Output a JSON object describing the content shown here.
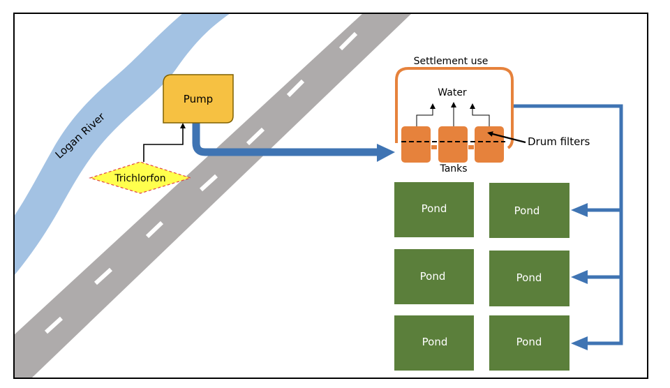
{
  "title": "Water supply diagram: Logan River to fish ponds",
  "colors": {
    "river": "#a3c2e3",
    "road": "#aeabab",
    "road_dash": "#ffffff",
    "pump_fill": "#f6c142",
    "pump_stroke": "#7f6000",
    "chemical_fill": "#ffff4d",
    "chemical_stroke": "#e04040",
    "pipe": "#3f74b3",
    "settlement_stroke": "#e6823c",
    "tank_fill": "#e6823c",
    "pond_fill": "#5b7f3b",
    "pond_text": "#ffffff",
    "frame": "#000000"
  },
  "labels": {
    "river": "Logan River",
    "pump": "Pump",
    "chemical": "Trichlorfon",
    "settlement": "Settlement use",
    "water": "Water",
    "drum_filters": "Drum filters",
    "tanks": "Tanks"
  },
  "ponds": [
    {
      "label": "Pond",
      "column": "left",
      "row": 1,
      "has_inflow": false
    },
    {
      "label": "Pond",
      "column": "right",
      "row": 1,
      "has_inflow": true
    },
    {
      "label": "Pond",
      "column": "left",
      "row": 2,
      "has_inflow": false
    },
    {
      "label": "Pond",
      "column": "right",
      "row": 2,
      "has_inflow": true
    },
    {
      "label": "Pond",
      "column": "left",
      "row": 3,
      "has_inflow": false
    },
    {
      "label": "Pond",
      "column": "right",
      "row": 3,
      "has_inflow": true
    }
  ],
  "tanks": [
    {
      "name": "tank-1",
      "outflow": "Water"
    },
    {
      "name": "tank-2",
      "outflow": "Water"
    },
    {
      "name": "tank-3",
      "outflow": "Water",
      "has_drum_filter": true
    }
  ]
}
